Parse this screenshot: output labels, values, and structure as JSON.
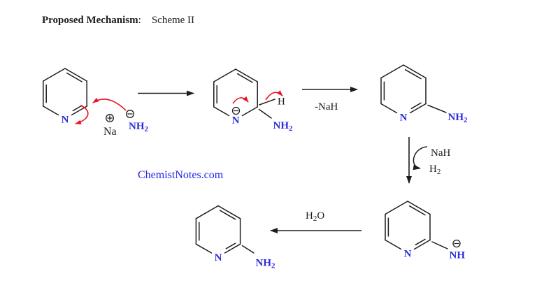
{
  "header": {
    "title_bold": "Proposed Mechanism",
    "colon": ":",
    "scheme_label": "Scheme II"
  },
  "watermark": {
    "text": "ChemistNotes.com"
  },
  "colors": {
    "bond": "#1d1d1d",
    "hetero": "#2b2bdb",
    "red": "#ee1122",
    "watermark": "#2525e8",
    "bg": "#ffffff"
  },
  "icons": {
    "positive_charge": "⊕",
    "negative_charge": "⊖"
  },
  "labels": {
    "nitrogen": "N",
    "hydrogen": "H",
    "sodium": "Na",
    "amide_main": "NH",
    "amide_sub": "2",
    "nh": "NH",
    "minus_nah": "-NaH",
    "nah": "NaH",
    "h2_main": "H",
    "h2_sub": "2",
    "h2o_h": "H",
    "h2o_sub": "2",
    "h2o_o": "O"
  }
}
